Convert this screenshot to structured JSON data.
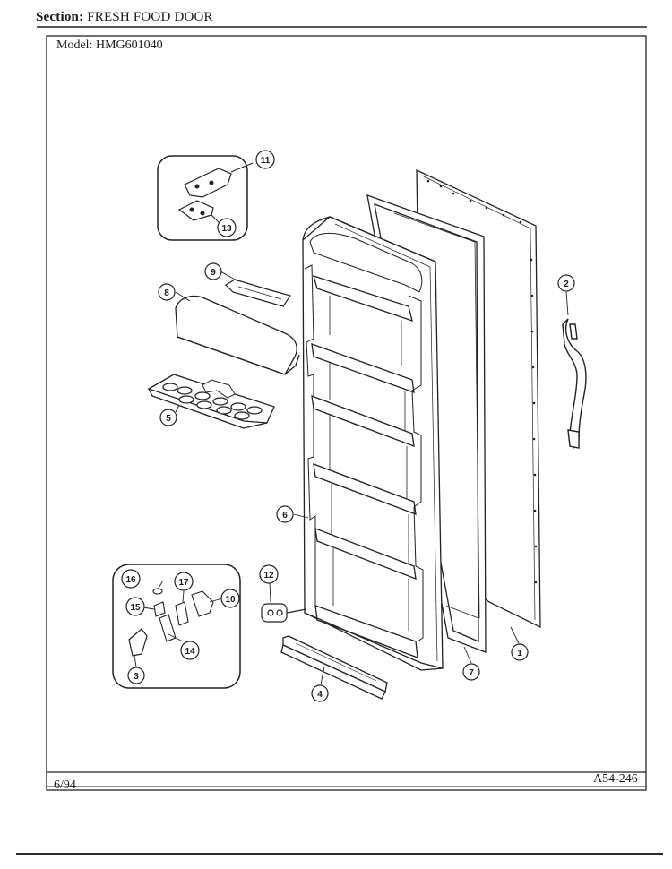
{
  "header": {
    "section_label": "Section:",
    "section_value": "FRESH FOOD DOOR",
    "model_label": "Model:",
    "model_value": "HMG601040"
  },
  "footer": {
    "date": "6/94",
    "code": "A54-246"
  },
  "callouts": [
    "1",
    "2",
    "3",
    "4",
    "5",
    "6",
    "7",
    "8",
    "9",
    "10",
    "11",
    "12",
    "13",
    "14",
    "15",
    "16",
    "17"
  ]
}
